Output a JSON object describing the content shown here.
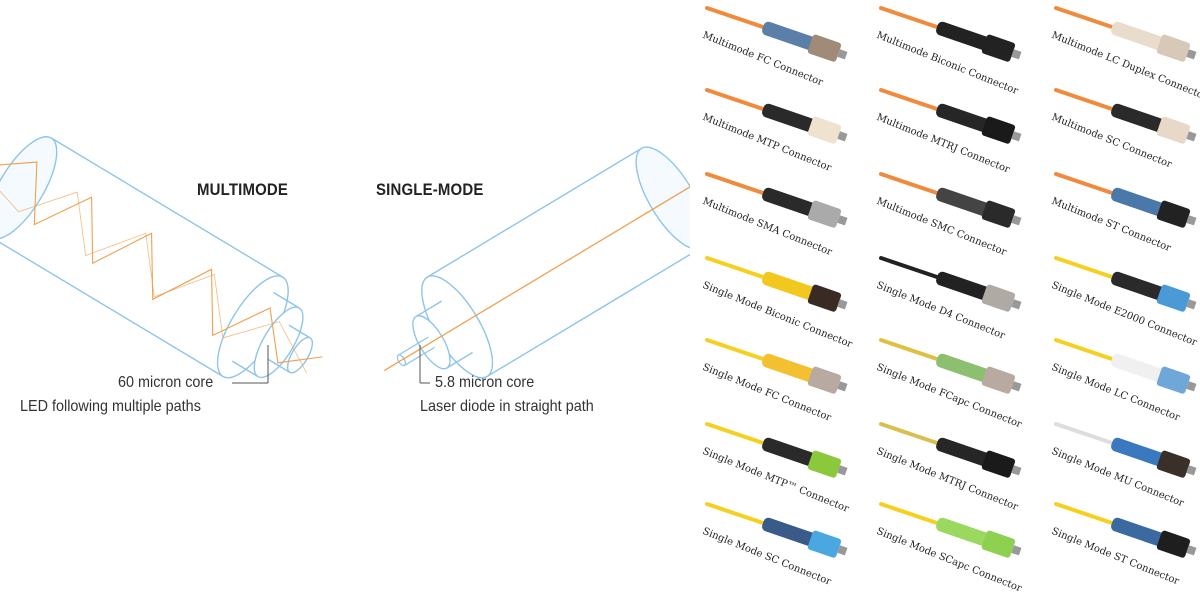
{
  "diagram": {
    "multimode": {
      "title": "MULTIMODE",
      "core_label": "60 micron core",
      "path_label": "LED following multiple paths"
    },
    "singlemode": {
      "title": "SINGLE-MODE",
      "core_label": "5.8 micron core",
      "path_label": "Laser diode in straight path"
    },
    "colors": {
      "outline": "#8ec5ea",
      "light_path": "#f0a050"
    }
  },
  "connectors": [
    {
      "label": "Multimode FC Connector",
      "cable": "#f08a3c",
      "body": "#5b7fa8",
      "tip": "#a08a78"
    },
    {
      "label": "Multimode Biconic Connector",
      "cable": "#f08a3c",
      "body": "#222222",
      "tip": "#222222"
    },
    {
      "label": "Multimode LC Duplex Connector",
      "cable": "#f08a3c",
      "body": "#e8dccc",
      "tip": "#d8c8b8"
    },
    {
      "label": "Multimode MTP Connector",
      "cable": "#f08a3c",
      "body": "#2a2a2a",
      "tip": "#efe3d0"
    },
    {
      "label": "Multimode MTRJ Connector",
      "cable": "#f08a3c",
      "body": "#262626",
      "tip": "#1a1a1a"
    },
    {
      "label": "Multimode SC Connector",
      "cable": "#f08a3c",
      "body": "#2a2a2a",
      "tip": "#e8d8c8"
    },
    {
      "label": "Multimode SMA Connector",
      "cable": "#f08a3c",
      "body": "#2a2a2a",
      "tip": "#aaaaaa"
    },
    {
      "label": "Multimode SMC Connector",
      "cable": "#f08a3c",
      "body": "#444444",
      "tip": "#2a2a2a"
    },
    {
      "label": "Multimode ST Connector",
      "cable": "#f08a3c",
      "body": "#4a78a8",
      "tip": "#222222"
    },
    {
      "label": "Single Mode Biconic Connector",
      "cable": "#f5d020",
      "body": "#f2c81e",
      "tip": "#3a2a24"
    },
    {
      "label": "Single Mode D4 Connector",
      "cable": "#222222",
      "body": "#222222",
      "tip": "#b0aaa4"
    },
    {
      "label": "Single Mode E2000 Connector",
      "cable": "#f5d020",
      "body": "#2a2a2a",
      "tip": "#4a9ad8"
    },
    {
      "label": "Single Mode FC Connector",
      "cable": "#f5d020",
      "body": "#f2c030",
      "tip": "#b8aaa0"
    },
    {
      "label": "Single Mode FCapc Connector",
      "cable": "#e0c040",
      "body": "#8cc070",
      "tip": "#b8aaa0"
    },
    {
      "label": "Single Mode LC Connector",
      "cable": "#f5d020",
      "body": "#f0f0f0",
      "tip": "#6fa8d8"
    },
    {
      "label": "Single Mode MTP™ Connector",
      "cable": "#f5d020",
      "body": "#2a2a2a",
      "tip": "#8cc83c"
    },
    {
      "label": "Single Mode MTRJ Connector",
      "cable": "#d8c050",
      "body": "#262626",
      "tip": "#1a1a1a"
    },
    {
      "label": "Single Mode MU Connector",
      "cable": "#dddddd",
      "body": "#3a78c0",
      "tip": "#3a302a"
    },
    {
      "label": "Single Mode SC Connector",
      "cable": "#f5d020",
      "body": "#3a5a8a",
      "tip": "#4aa8e0"
    },
    {
      "label": "Single Mode SCapc Connector",
      "cable": "#f5d020",
      "body": "#9ad860",
      "tip": "#8ed050"
    },
    {
      "label": "Single Mode ST Connector",
      "cable": "#f5d020",
      "body": "#3a6aa0",
      "tip": "#1e1e1e"
    }
  ]
}
